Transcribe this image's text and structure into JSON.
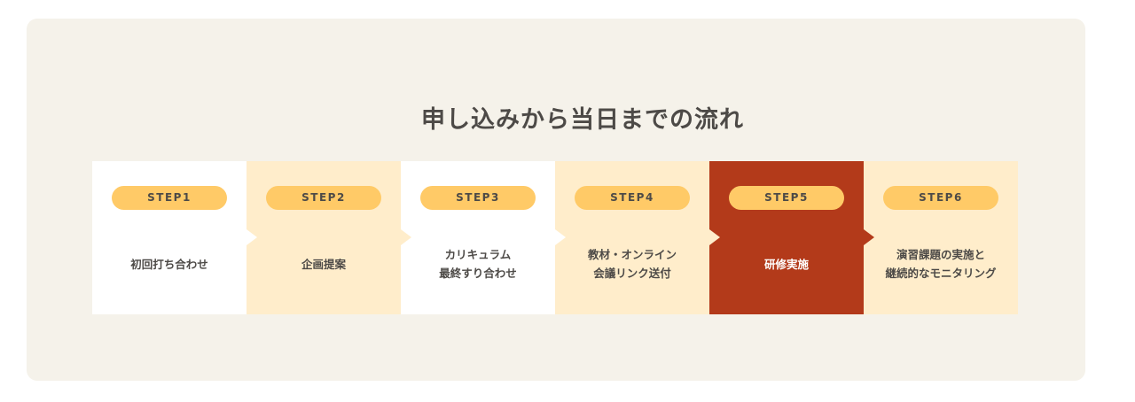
{
  "title": "申し込みから当日までの流れ",
  "colors": {
    "white": "#ffffff",
    "cream": "#ffedcb",
    "accent": "#b33a1a",
    "pill": "#ffca67",
    "text": "#4d4a47"
  },
  "steps": [
    {
      "badge": "STEP1",
      "label": "初回打ち合わせ",
      "bg": "#ffffff",
      "fg": "#4d4a47"
    },
    {
      "badge": "STEP2",
      "label": "企画提案",
      "bg": "#ffedcb",
      "fg": "#4d4a47"
    },
    {
      "badge": "STEP3",
      "label": "カリキュラム\n最終すり合わせ",
      "bg": "#ffffff",
      "fg": "#4d4a47"
    },
    {
      "badge": "STEP4",
      "label": "教材・オンライン\n会議リンク送付",
      "bg": "#ffedcb",
      "fg": "#4d4a47"
    },
    {
      "badge": "STEP5",
      "label": "研修実施",
      "bg": "#b33a1a",
      "fg": "#ffffff"
    },
    {
      "badge": "STEP6",
      "label": "演習課題の実施と\n継続的なモニタリング",
      "bg": "#ffedcb",
      "fg": "#4d4a47"
    }
  ]
}
